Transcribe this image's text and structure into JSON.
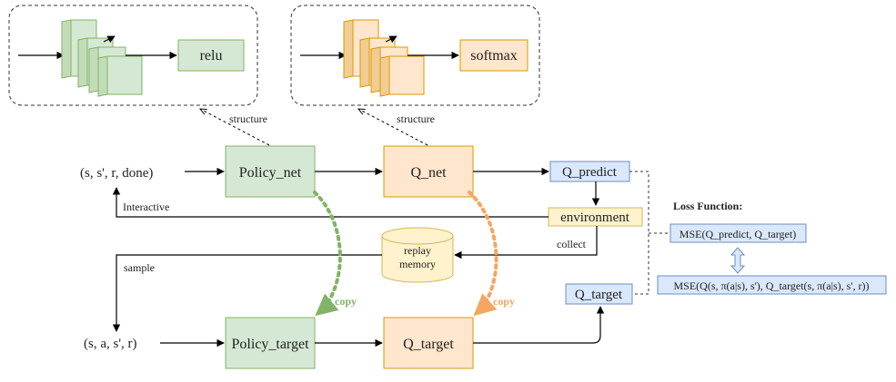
{
  "colors": {
    "green_fill": "#d5e8d4",
    "green_stroke": "#82b366",
    "orange_fill": "#ffe6cc",
    "orange_stroke": "#d79b00",
    "blue_fill": "#dae8fc",
    "blue_stroke": "#6c8ebf",
    "yellow_fill": "#fff2cc",
    "yellow_stroke": "#d6b656",
    "green_copy": "#82b366",
    "orange_copy": "#f5a661"
  },
  "structure_left": {
    "activation": "relu",
    "label": "structure"
  },
  "structure_right": {
    "activation": "softmax",
    "label": "structure"
  },
  "nodes": {
    "input_top": "(s, s', r, done)",
    "policy_net": "Policy_net",
    "q_net": "Q_net",
    "q_predict": "Q_predict",
    "environment": "environment",
    "replay_line1": "replay",
    "replay_line2": "memory",
    "input_bottom": "(s, a, s', r)",
    "policy_target": "Policy_target",
    "q_target_net": "Q_target",
    "q_target_box": "Q_target"
  },
  "edges": {
    "interactive": "Interactive",
    "collect": "collect",
    "sample": "sample",
    "copy_left": "copy",
    "copy_right": "copy"
  },
  "loss": {
    "title": "Loss Function:",
    "formula1": "MSE(Q_predict, Q_target)",
    "formula2": "MSE(Q(s, π(a|s), s'), Q_target(s, π(a|s), s', r))"
  }
}
